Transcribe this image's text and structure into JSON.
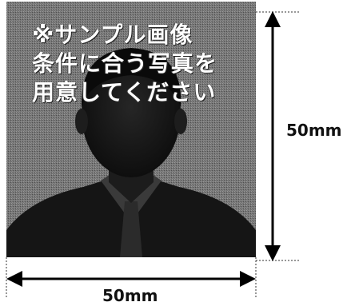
{
  "photo": {
    "caption_lines": [
      "※サンプル画像",
      "条件に合う写真を",
      "用意してください"
    ]
  },
  "dimensions": {
    "height_label": "50mm",
    "width_label": "50mm"
  },
  "colors": {
    "photo_background": "#6e6e6e",
    "silhouette": "#141414",
    "arrow": "#000000"
  },
  "icons": {
    "portrait": "person-silhouette"
  }
}
